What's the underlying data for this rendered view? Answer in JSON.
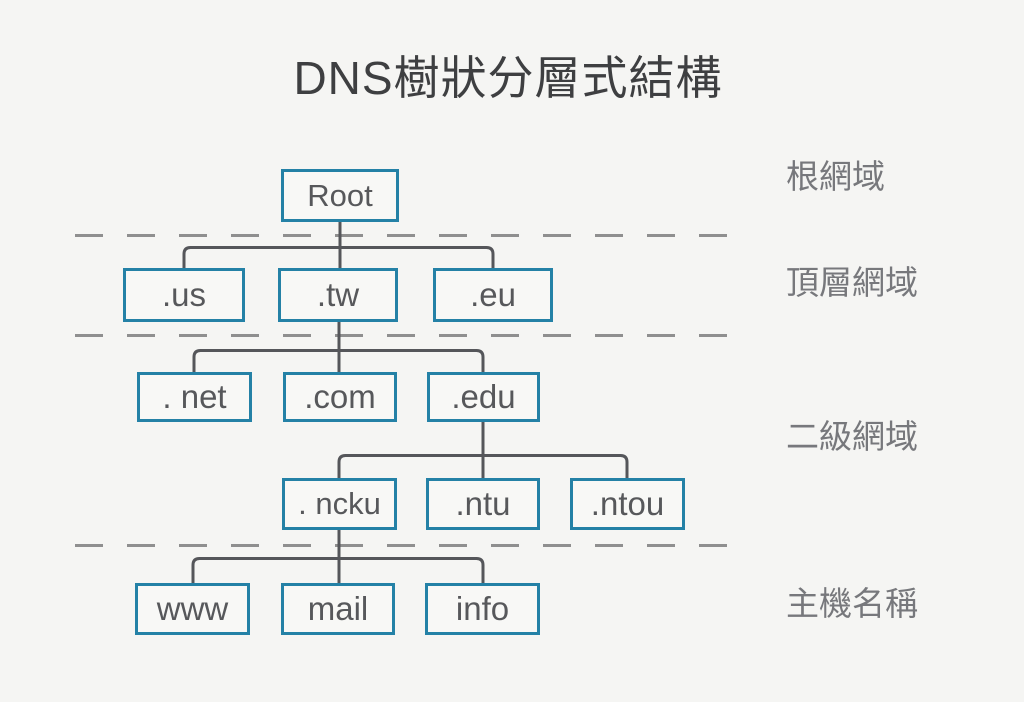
{
  "title": "DNS樹狀分層式結構",
  "tree": {
    "root": "Root",
    "tld": [
      ".us",
      ".tw",
      ".eu"
    ],
    "sld": [
      ". net",
      ".com",
      ".edu"
    ],
    "third": [
      ". ncku",
      ".ntu",
      ".ntou"
    ],
    "hosts": [
      "www",
      "mail",
      "info"
    ]
  },
  "level_labels": {
    "root": "根網域",
    "tld": "頂層網域",
    "sld": "二級網域",
    "host": "主機名稱"
  },
  "colors": {
    "background": "#f5f5f3",
    "box_border": "#2481a6",
    "box_text": "#57585b",
    "connector": "#55565a",
    "dashed_line": "#8f8f8f",
    "title_text": "#3e3f41",
    "label_text": "#77787c"
  }
}
